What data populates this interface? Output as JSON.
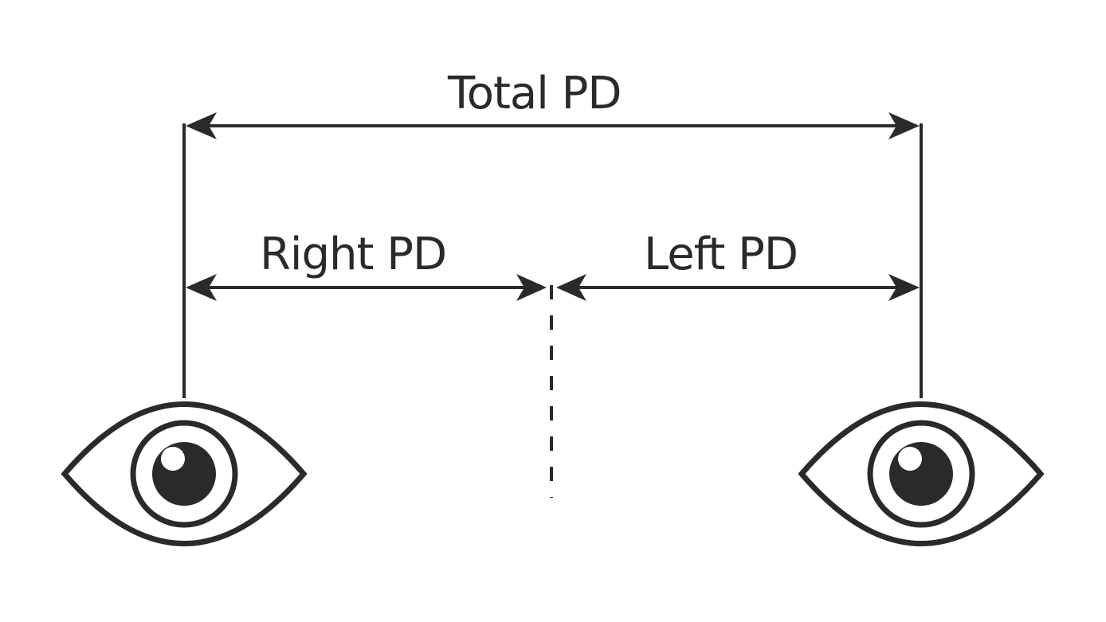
{
  "diagram": {
    "labels": {
      "total": "Total PD",
      "right": "Right PD",
      "left": "Left PD"
    },
    "colors": {
      "stroke": "#2a2a2a",
      "background": "#ffffff"
    },
    "icons": {
      "right_eye": "eye-icon",
      "left_eye": "eye-icon"
    }
  }
}
